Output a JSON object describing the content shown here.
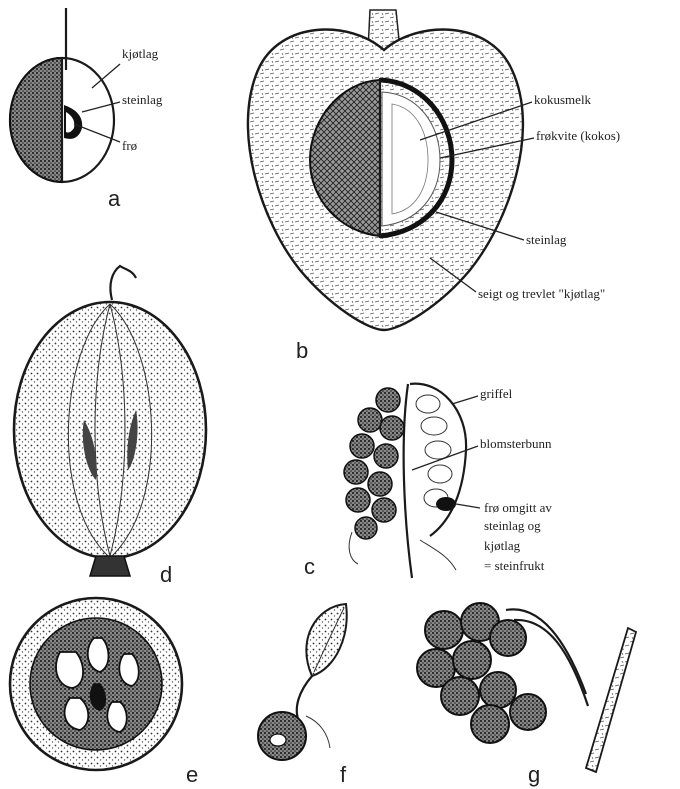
{
  "panels": {
    "a": {
      "letter": "a",
      "labels": [
        "kjøtlag",
        "steinlag",
        "frø"
      ]
    },
    "b": {
      "letter": "b",
      "labels": [
        "kokusmelk",
        "frøkvite (kokos)",
        "steinlag",
        "seigt og trevlet \"kjøtlag\""
      ]
    },
    "c": {
      "letter": "c",
      "labels": [
        "griffel",
        "blomsterbunn",
        "frø omgitt av",
        "steinlag og",
        "kjøtlag",
        "= steinfrukt"
      ]
    },
    "d": {
      "letter": "d"
    },
    "e": {
      "letter": "e"
    },
    "f": {
      "letter": "f"
    },
    "g": {
      "letter": "g"
    }
  },
  "colors": {
    "ink": "#1a1a1a",
    "paper": "#ffffff"
  }
}
